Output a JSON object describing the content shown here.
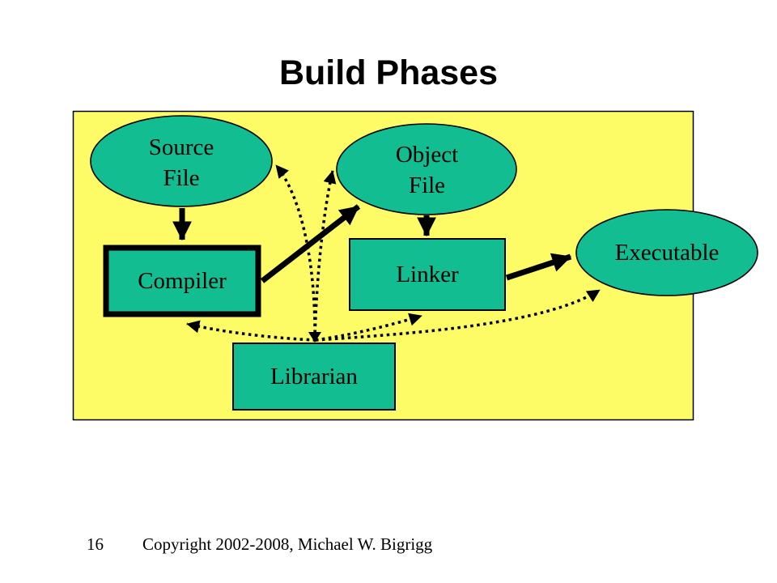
{
  "slide": {
    "title": "Build Phases",
    "page_number": "16",
    "copyright": "Copyright 2002-2008, Michael W. Bigrigg"
  },
  "colors": {
    "page_background": "#FFFFFF",
    "panel_fill": "#FDFC67",
    "node_fill": "#12BD92",
    "line_and_text": "#000000"
  },
  "diagram": {
    "nodes": [
      {
        "id": "source-file",
        "shape": "ellipse",
        "label": "Source\nFile"
      },
      {
        "id": "object-file",
        "shape": "ellipse",
        "label": "Object\nFile"
      },
      {
        "id": "executable",
        "shape": "ellipse",
        "label": "Executable"
      },
      {
        "id": "compiler",
        "shape": "rect",
        "label": "Compiler"
      },
      {
        "id": "linker",
        "shape": "rect",
        "label": "Linker"
      },
      {
        "id": "librarian",
        "shape": "rect",
        "label": "Librarian"
      }
    ],
    "solid_edges": [
      {
        "from": "source-file",
        "to": "compiler"
      },
      {
        "from": "compiler",
        "to": "object-file"
      },
      {
        "from": "object-file",
        "to": "linker"
      },
      {
        "from": "linker",
        "to": "executable"
      }
    ],
    "dotted_edges": [
      {
        "from": "librarian",
        "to": "source-file"
      },
      {
        "from": "librarian",
        "to": "object-file"
      },
      {
        "from": "librarian",
        "to": "compiler"
      },
      {
        "from": "librarian",
        "to": "linker"
      },
      {
        "from": "librarian",
        "to": "executable"
      }
    ]
  }
}
